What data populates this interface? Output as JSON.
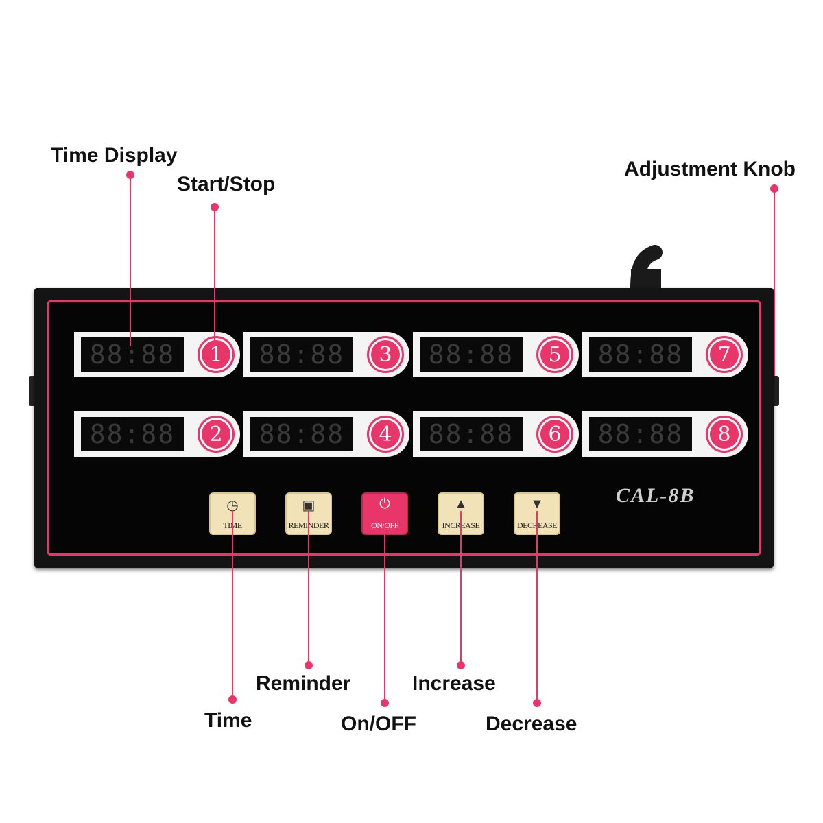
{
  "callouts": {
    "time_display": "Time Display",
    "start_stop": "Start/Stop",
    "adjustment_knob": "Adjustment Knob",
    "time": "Time",
    "reminder": "Reminder",
    "on_off": "On/OFF",
    "increase": "Increase",
    "decrease": "Decrease"
  },
  "device": {
    "model": "CAL-8B",
    "lcd_text": "88:88",
    "timers": [
      {
        "number": "1"
      },
      {
        "number": "2"
      },
      {
        "number": "3"
      },
      {
        "number": "4"
      },
      {
        "number": "5"
      },
      {
        "number": "6"
      },
      {
        "number": "7"
      },
      {
        "number": "8"
      }
    ],
    "buttons": {
      "time": {
        "label": "TIME",
        "icon": "clock-icon"
      },
      "reminder": {
        "label": "REMINDER",
        "icon": "basket-icon"
      },
      "on_off": {
        "label": "ON/OFF",
        "icon": "power-icon"
      },
      "increase": {
        "label": "INCREASE",
        "icon": "triangle-up-icon"
      },
      "decrease": {
        "label": "DECREASE",
        "icon": "triangle-down-icon"
      }
    }
  },
  "colors": {
    "accent": "#e8356a",
    "device_body": "#141414",
    "button_face": "#f1e3b7"
  }
}
